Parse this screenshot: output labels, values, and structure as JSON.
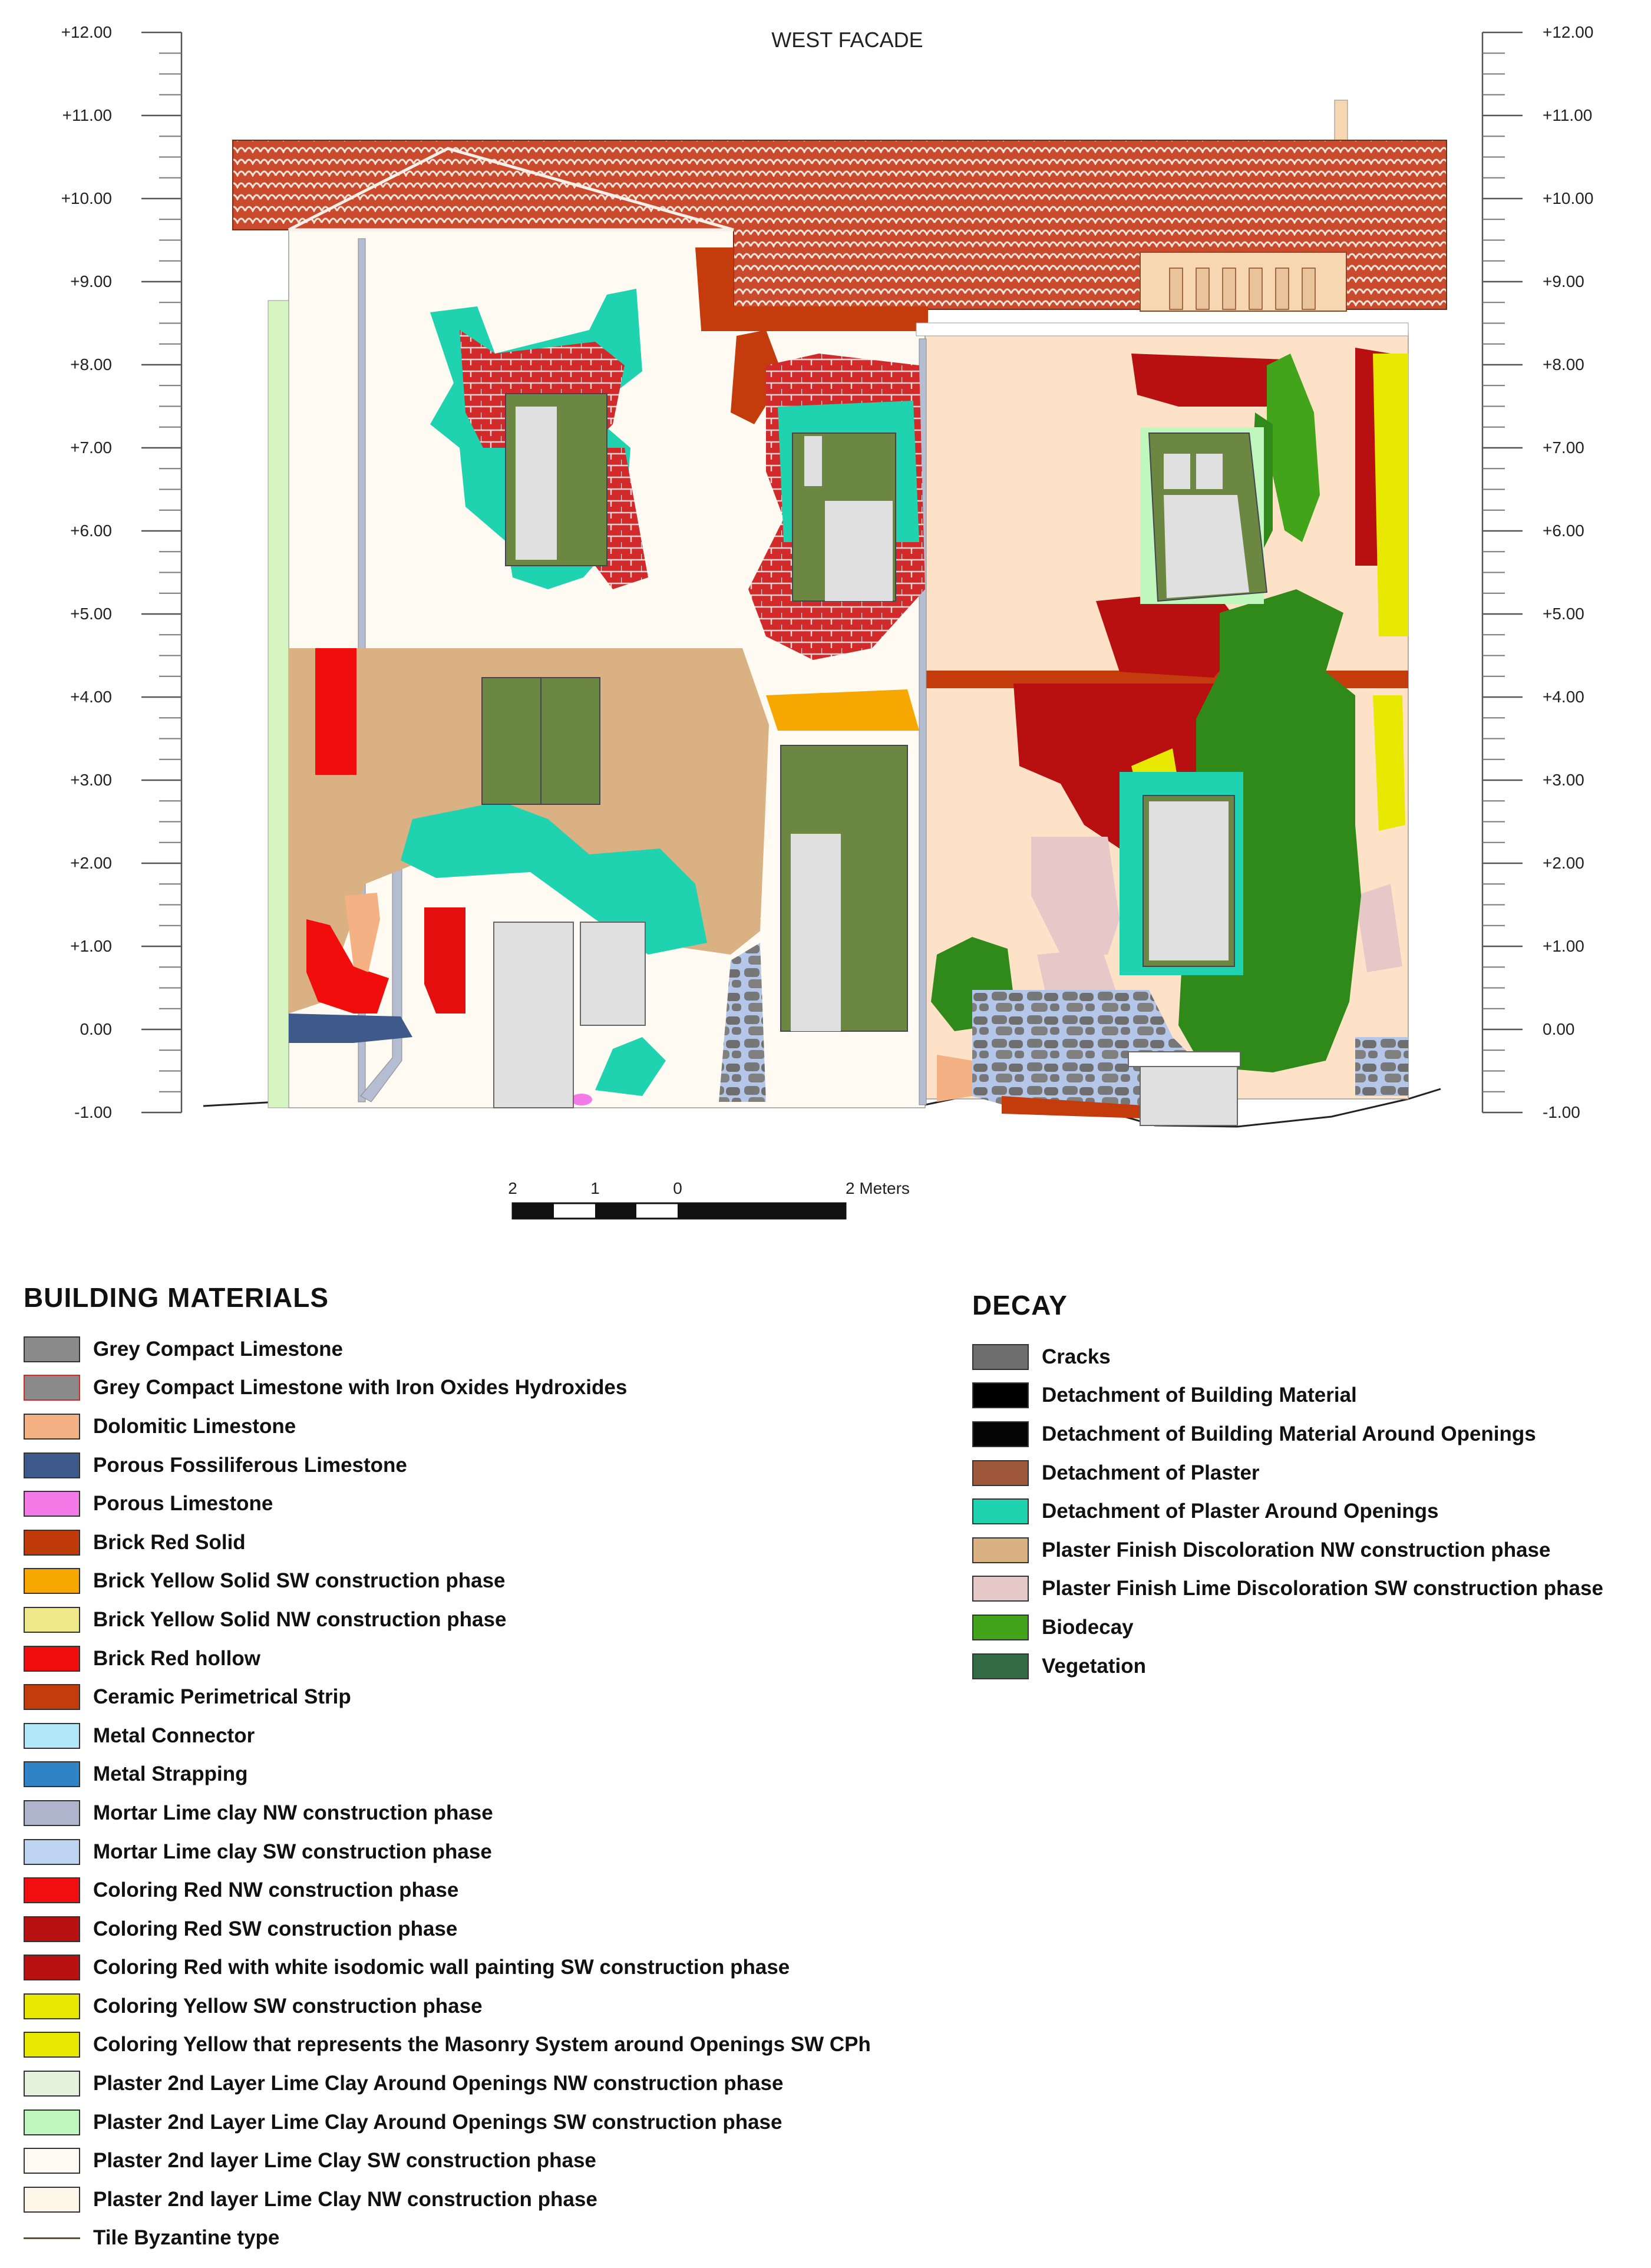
{
  "drawing": {
    "title": "WEST FACADE",
    "elevation_labels": [
      "+12.00",
      "+11.00",
      "+10.00",
      "+9.00",
      "+8.00",
      "+7.00",
      "+6.00",
      "+5.00",
      "+4.00",
      "+3.00",
      "+2.00",
      "+1.00",
      "0.00",
      "-1.00"
    ],
    "scale_bar": {
      "labels": [
        "2",
        "1",
        "0",
        "2 Meters"
      ]
    }
  },
  "legend_materials": {
    "title": "BUILDING MATERIALS",
    "items": [
      {
        "label": "Grey Compact Limestone",
        "color": "#8a8a8a",
        "style": "fill"
      },
      {
        "label": "Grey Compact Limestone with Iron Oxides Hydroxides",
        "color": "#8a8a8a",
        "style": "fill-red-border"
      },
      {
        "label": "Dolomitic Limestone",
        "color": "#f4b183",
        "style": "fill"
      },
      {
        "label": "Porous Fossiliferous Limestone",
        "color": "#3e5a8a",
        "style": "fill"
      },
      {
        "label": "Porous Limestone",
        "color": "#f47ae8",
        "style": "fill"
      },
      {
        "label": "Brick Red Solid",
        "color": "#c13a0a",
        "style": "fill"
      },
      {
        "label": "Brick Yellow Solid SW construction phase",
        "color": "#f7a800",
        "style": "fill"
      },
      {
        "label": "Brick Yellow Solid NW construction phase",
        "color": "#efe98a",
        "style": "fill"
      },
      {
        "label": "Brick Red hollow",
        "color": "#f20d0d",
        "style": "fill"
      },
      {
        "label": "Ceramic Perimetrical Strip",
        "color": "#c53c0c",
        "style": "fill"
      },
      {
        "label": "Metal Connector",
        "color": "#b2e7f7",
        "style": "fill"
      },
      {
        "label": "Metal Strapping",
        "color": "#2f84c8",
        "style": "fill"
      },
      {
        "label": "Mortar Lime clay NW construction phase",
        "color": "#aeb5cc",
        "style": "fill"
      },
      {
        "label": "Mortar Lime clay SW construction phase",
        "color": "#bed4f2",
        "style": "fill"
      },
      {
        "label": "Coloring Red NW construction phase",
        "color": "#f20f0f",
        "style": "fill"
      },
      {
        "label": "Coloring Red SW construction phase",
        "color": "#b81010",
        "style": "fill"
      },
      {
        "label": "Coloring Red with white isodomic wall painting SW construction phase",
        "color": "#b81010",
        "style": "fill"
      },
      {
        "label": "Coloring Yellow SW construction phase",
        "color": "#e8e800",
        "style": "fill"
      },
      {
        "label": "Coloring Yellow that represents the Masonry System around Openings SW CPh",
        "color": "#e8e800",
        "style": "fill"
      },
      {
        "label": "Plaster 2nd Layer Lime Clay Around Openings NW construction phase",
        "color": "#e3f2dc",
        "style": "fill"
      },
      {
        "label": "Plaster 2nd Layer Lime Clay Around Openings SW construction phase",
        "color": "#bff7bd",
        "style": "fill"
      },
      {
        "label": "Plaster 2nd layer Lime Clay SW construction phase",
        "color": "#fffaf2",
        "style": "fill"
      },
      {
        "label": "Plaster 2nd layer Lime Clay NW construction phase",
        "color": "#fdf6e9",
        "style": "fill"
      },
      {
        "label": "Tile Byzantine type",
        "color": "#6b4a2e",
        "style": "line"
      }
    ]
  },
  "legend_decay": {
    "title": "DECAY",
    "items": [
      {
        "label": "Cracks",
        "color": "#6e6e6e",
        "style": "fill"
      },
      {
        "label": "Detachment of Building Material",
        "color": "#000000",
        "style": "fill"
      },
      {
        "label": "Detachment of Building Material Around Openings",
        "color": "#050505",
        "style": "fill"
      },
      {
        "label": "Detachment of Plaster",
        "color": "#a0583a",
        "style": "fill"
      },
      {
        "label": "Detachment of Plaster Around Openings",
        "color": "#1fd3b0",
        "style": "fill"
      },
      {
        "label": "Plaster Finish Discoloration NW construction phase",
        "color": "#d9b183",
        "style": "fill"
      },
      {
        "label": "Plaster Finish Lime Discoloration SW construction phase",
        "color": "#e6c8c8",
        "style": "fill"
      },
      {
        "label": "Biodecay",
        "color": "#42a41a",
        "style": "fill"
      },
      {
        "label": "Vegetation",
        "color": "#336b45",
        "style": "fill"
      }
    ]
  }
}
